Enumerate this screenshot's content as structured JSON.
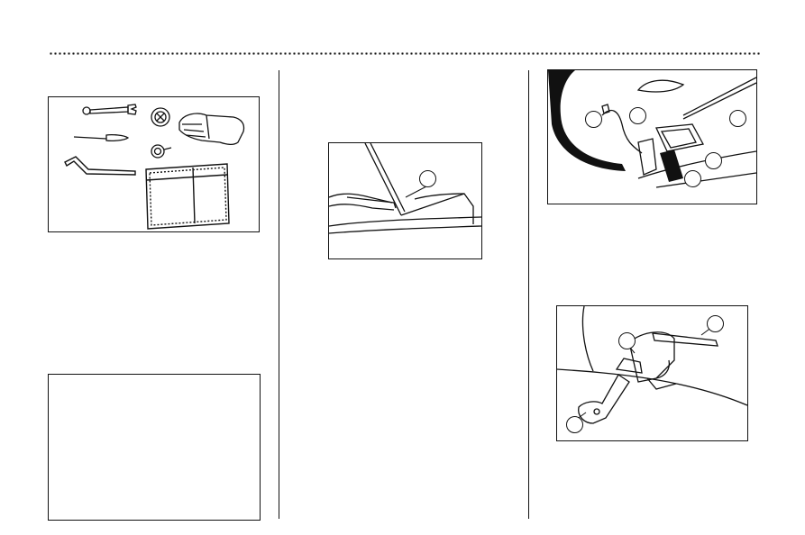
{
  "figures": {
    "tool_kit": {
      "items": [
        "open-end-wrench",
        "spark-plug-socket",
        "screwdriver",
        "gloves",
        "hex-wrench",
        "tool-bag"
      ]
    },
    "seat_lock": {
      "callouts": [
        ""
      ]
    },
    "engine_bay": {
      "callouts": [
        "",
        "",
        "",
        "",
        ""
      ]
    },
    "rear_mechanism": {
      "callouts": [
        "",
        "",
        ""
      ]
    },
    "blank_box": {}
  }
}
